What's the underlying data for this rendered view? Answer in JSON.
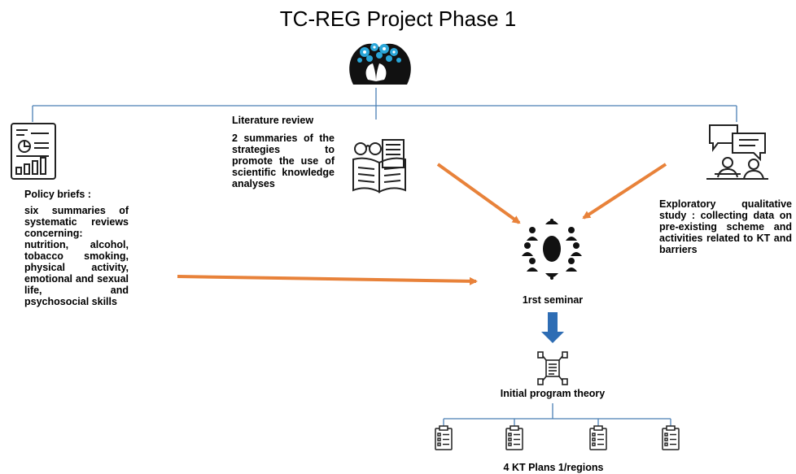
{
  "title": "TC-REG Project Phase 1",
  "literature_review": {
    "heading": "Literature review",
    "text": "2 summaries of the strategies to promote the use of scientific knowledge analyses"
  },
  "policy_briefs": {
    "heading": "Policy briefs :",
    "text": "six summaries of systematic reviews concerning: nutrition, alcohol, tobacco smoking, physical activity, emotional and sexual life, and psychosocial skills"
  },
  "exploratory": {
    "text": "Exploratory qualitative study : collecting data on pre-existing scheme and activities related to KT and barriers"
  },
  "seminar": {
    "label": "1rst seminar"
  },
  "program_theory": {
    "label": "Initial program theory"
  },
  "kt_plans": {
    "label": "4 KT Plans 1/regions"
  },
  "colors": {
    "line": "#4a7fb5",
    "arrow_orange": "#e8823a",
    "arrow_blue": "#2e6db4"
  },
  "icons": [
    "head-gears-icon",
    "report-icon",
    "book-glasses-icon",
    "interview-icon",
    "meeting-table-icon",
    "network-document-icon",
    "checklist-icon"
  ]
}
